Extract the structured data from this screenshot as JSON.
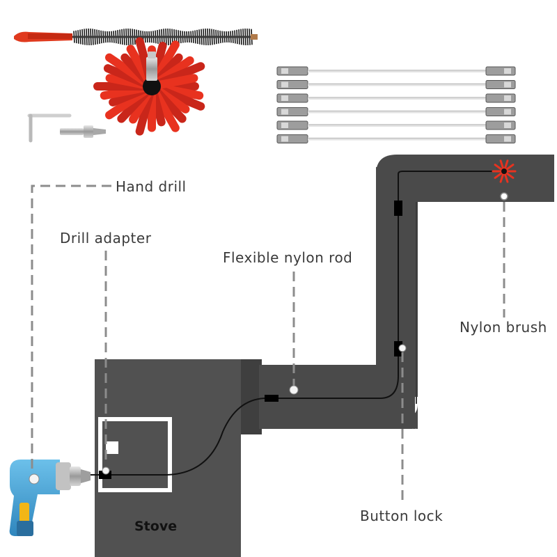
{
  "labels": {
    "hand_drill": "Hand drill",
    "drill_adapter": "Drill adapter",
    "flexible_nylon_rod": "Flexible nylon rod",
    "nylon_brush": "Nylon brush",
    "button_lock": "Button lock",
    "stove": "Stove"
  },
  "icons": {
    "long_brush": "long-bristle-brush-icon",
    "round_brush": "red-round-nylon-brush-icon",
    "hex_key": "hex-key-icon",
    "adapter": "drill-adapter-icon",
    "rods": "flexible-rods-bundle-icon",
    "drill": "hand-drill-icon"
  },
  "colors": {
    "duct": "#4a4a4a",
    "stove": "#505050",
    "brush_red": "#e8321f",
    "leader": "#8c8c8c",
    "drill_blue": "#4aa6d8",
    "drill_yellow": "#f2b617"
  }
}
